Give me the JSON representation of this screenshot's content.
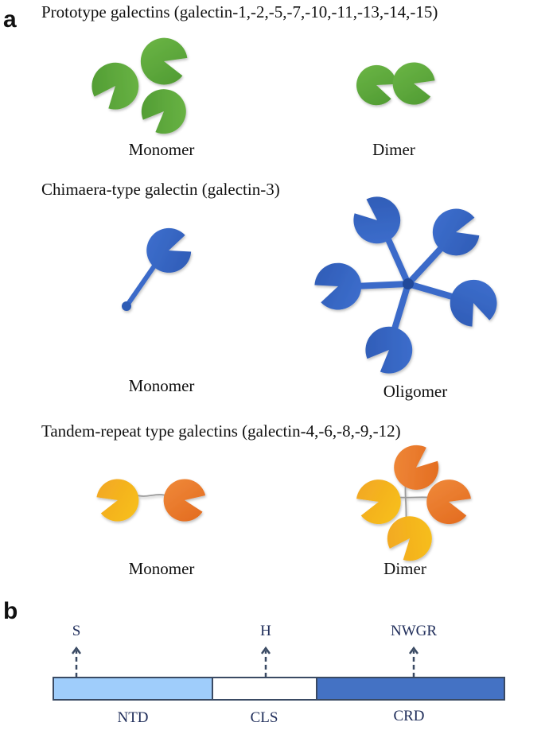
{
  "panel_a": {
    "letter": "a",
    "sections": [
      {
        "heading": "Prototype galectins (galectin-1,-2,-5,-7,-10,-11,-13,-14,-15)",
        "left_caption": "Monomer",
        "right_caption": "Dimer",
        "color": "#5faa3c"
      },
      {
        "heading": "Chimaera-type galectin (galectin-3)",
        "left_caption": "Monomer",
        "right_caption": "Oligomer",
        "color": "#3a6bc9"
      },
      {
        "heading": "Tandem-repeat type galectins (galectin-4,-6,-8,-9,-12)",
        "left_caption": "Monomer",
        "right_caption": "Dimer",
        "colors": {
          "yellow": "#f5b818",
          "orange": "#ec7a2c",
          "linker": "#9a9a9a"
        }
      }
    ]
  },
  "panel_b": {
    "letter": "b",
    "domains": [
      {
        "label": "NTD",
        "color": "#9fcdfb"
      },
      {
        "label": "CLS",
        "color": "#ffffff"
      },
      {
        "label": "CRD",
        "color": "#4472c4"
      }
    ],
    "markers": [
      {
        "label": "S"
      },
      {
        "label": "H"
      },
      {
        "label": "NWGR"
      }
    ],
    "border_color": "#3a4a63",
    "text_color": "#1f2d5a"
  }
}
